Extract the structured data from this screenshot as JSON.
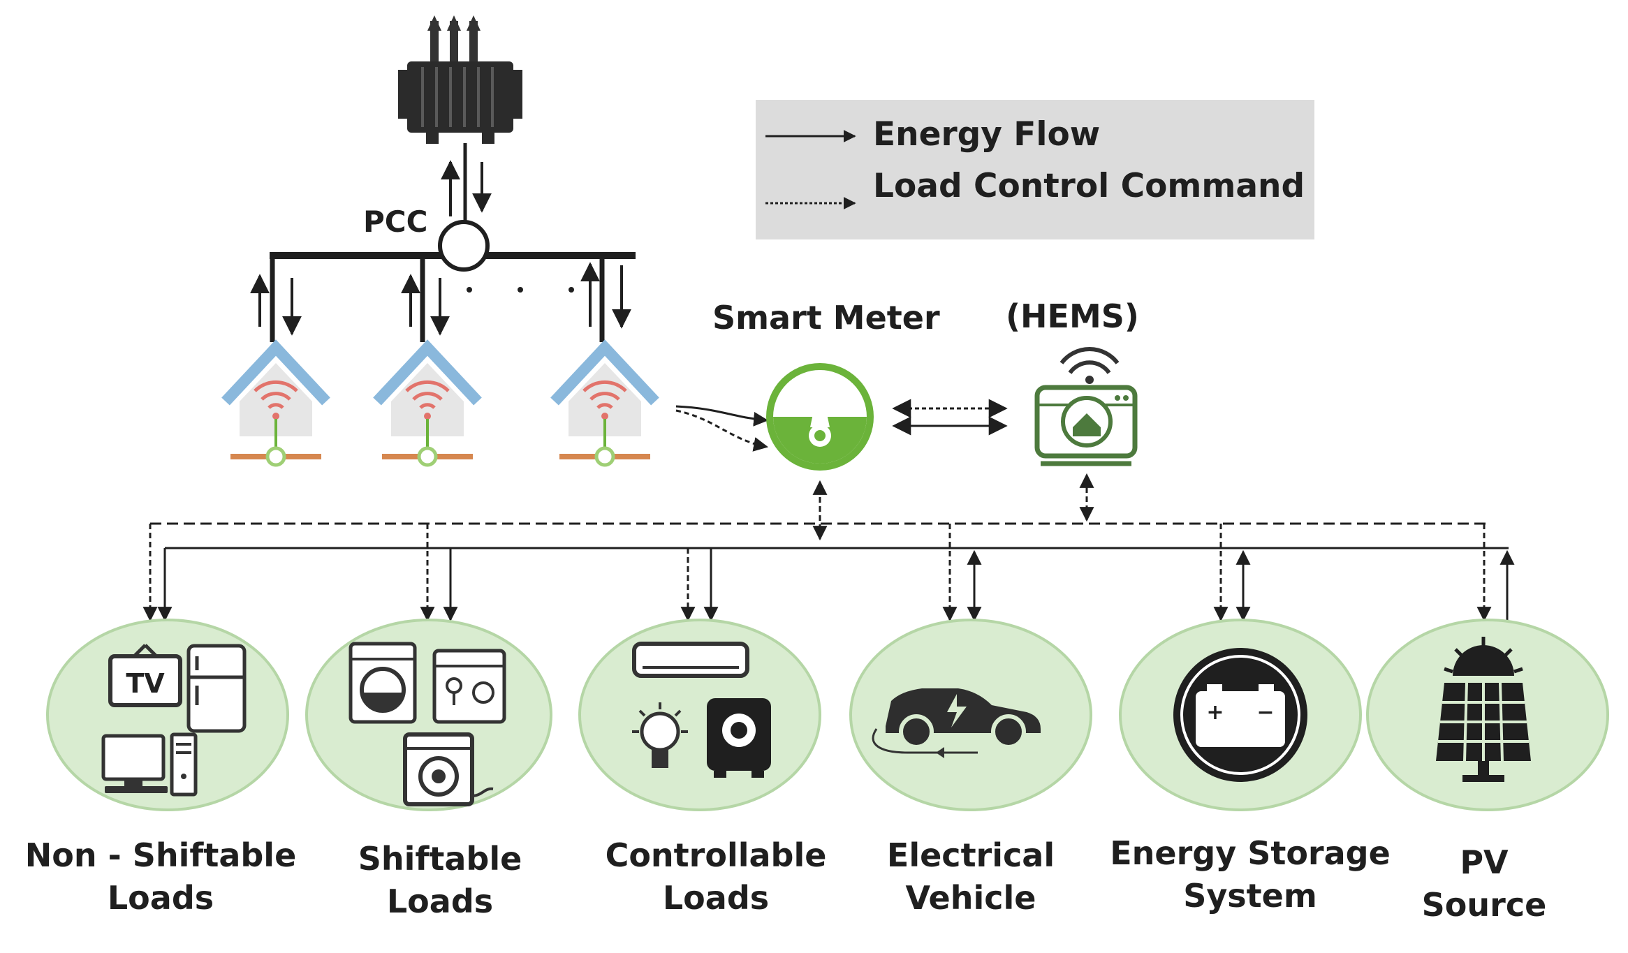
{
  "legend": {
    "energy_flow": "Energy Flow",
    "load_control": "Load Control Command"
  },
  "pcc_label": "PCC",
  "smart_meter_label": "Smart Meter",
  "hems_label": "(HEMS)",
  "tv_text": "TV",
  "loads": [
    {
      "line1": "Non - Shiftable",
      "line2": "Loads"
    },
    {
      "line1": "Shiftable",
      "line2": "Loads"
    },
    {
      "line1": "Controllable",
      "line2": "Loads"
    },
    {
      "line1": "Electrical",
      "line2": "Vehicle"
    },
    {
      "line1": "Energy Storage",
      "line2": "System"
    },
    {
      "line1": "PV",
      "line2": "Source"
    }
  ],
  "colors": {
    "circle_fill": "#d9ecd0",
    "circle_stroke": "#b5d6a6",
    "meter_green": "#6bb33a",
    "roof_blue": "#8ab8dc",
    "wifi_red": "#e2736b",
    "hems_green": "#4d7a3d",
    "legend_bg": "#dcdcdc"
  }
}
